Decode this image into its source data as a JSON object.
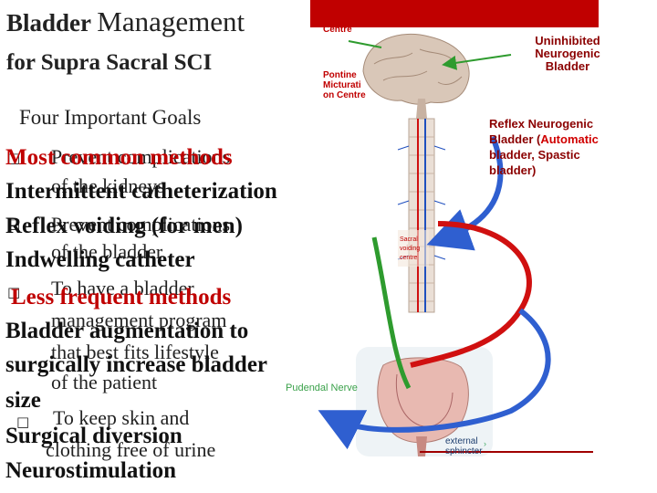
{
  "title": {
    "line1_a": "Bladder ",
    "line1_b": "Management",
    "line2": "for Supra Sacral SCI"
  },
  "goals_heading": "Four Important Goals",
  "goals": {
    "checkbox": "□",
    "g1a": "Prevent complications",
    "g1b": "of the kidneys",
    "g2a": "Prevent complications",
    "g2b": "of the bladder",
    "g3a": "To have a bladder",
    "g3b": "management program",
    "g3c": "that best fits lifestyle",
    "g3d": "of the patient",
    "g4a": "To keep  skin and",
    "g4b": "clothing free of urine"
  },
  "methods": {
    "most_common": "Most common methods",
    "intermittent": "Intermittent catheterization",
    "reflex": "Reflex voiding (for men)",
    "indwelling": "Indwelling catheter",
    "less_frequent": "Less frequent methods",
    "augmentation_1": "Bladder augmentation to",
    "augmentation_2": "surgically increase bladder",
    "augmentation_3": "size",
    "diversion": "Surgical diversion",
    "neurostim": "Neurostimulation"
  },
  "diagram": {
    "frontal_lobe": "Frontal Lobe, Micturation Centre",
    "pontine": "Pontine Micturati on Centre",
    "sacral": "Sacral voiding centre",
    "pudendal": "Pudendal Nerve",
    "external_sphincter": "external sphincter",
    "uninhibited": "Uninhibited Neurogenic Bladder",
    "reflex_1": "Reflex Neurogenic",
    "reflex_2a": "Bladder (",
    "reflex_2b": "Automatic",
    "reflex_3": "bladder, Spastic",
    "reflex_4": "bladder)"
  },
  "colors": {
    "accent_red": "#c00000",
    "arrow_green": "#2e9b2e",
    "arrow_blue": "#2f5fd0",
    "arrow_red": "#d01010"
  }
}
